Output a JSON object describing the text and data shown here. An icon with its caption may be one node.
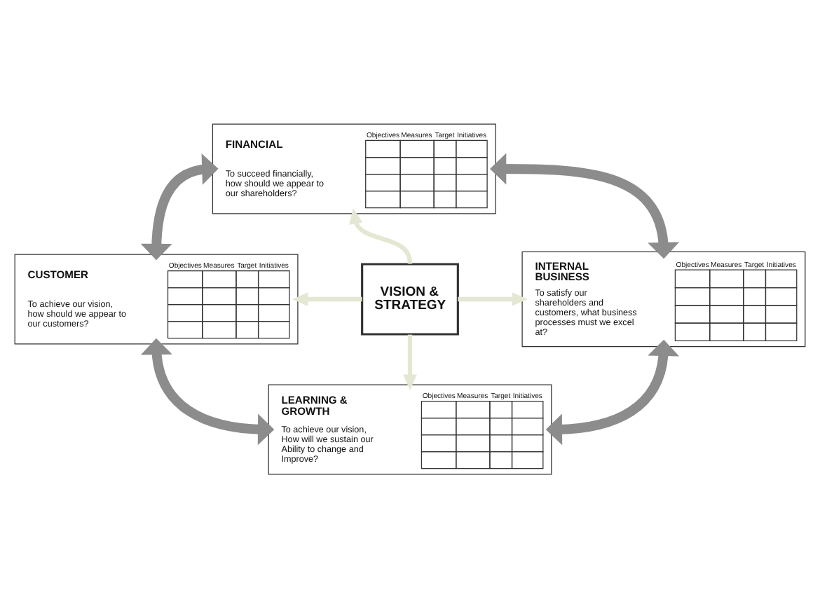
{
  "diagram": {
    "nodes": [
      {
        "text": [
          "FINANCIAL",
          "To succeed financially, how should we appear to our shareholders?",
          "Objectives",
          "Measures",
          "Target",
          "Initiatives"
        ]
      },
      {
        "text": [
          "CUSTOMER",
          "To achieve our vision, how should we appear to our customers?",
          "Objectives",
          "Measures",
          "Target",
          "Initiatives"
        ]
      },
      {
        "text": [
          "VISION & STRATEGY"
        ]
      },
      {
        "text": [
          "INTERNAL BUSINESS",
          "To satisfy our shareholders and customers, what business processes must we excel at?",
          "Objectives",
          "Measures",
          "Target",
          "Initiatives"
        ]
      },
      {
        "text": [
          "LEARNING & GROWTH",
          "To achieve our vision, How will we sustain our Ability to change and Improve?",
          "Objectives",
          "Measures",
          "Target",
          "Initiatives"
        ]
      }
    ],
    "edges": [
      {
        "from": 2,
        "to": 0,
        "arrow": "to",
        "color": "#e4e8d2"
      },
      {
        "from": 2,
        "to": 1,
        "arrow": "to",
        "color": "#e4e8d2"
      },
      {
        "from": 2,
        "to": 3,
        "arrow": "to",
        "color": "#e4e8d2"
      },
      {
        "from": 2,
        "to": 4,
        "arrow": "to",
        "color": "#e4e8d2"
      },
      {
        "from": 0,
        "to": 1,
        "arrow": "both",
        "style": "thick",
        "color": "#8c8c8c"
      },
      {
        "from": 0,
        "to": 3,
        "arrow": "both",
        "style": "thick",
        "color": "#8c8c8c"
      },
      {
        "from": 1,
        "to": 4,
        "arrow": "both",
        "style": "thick",
        "color": "#8c8c8c"
      },
      {
        "from": 3,
        "to": 4,
        "arrow": "both",
        "style": "thick",
        "color": "#8c8c8c"
      }
    ]
  }
}
